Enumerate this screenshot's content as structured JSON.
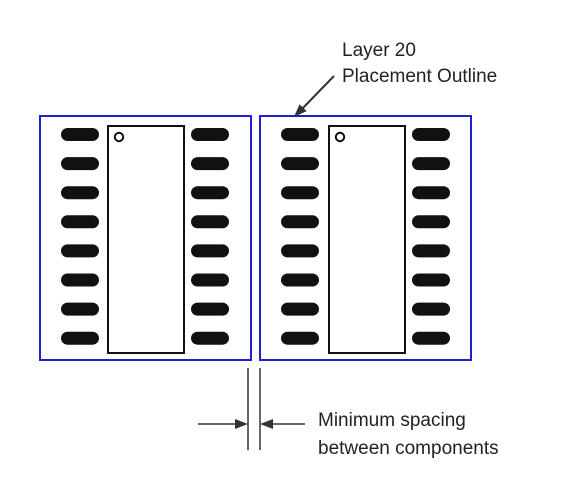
{
  "diagram": {
    "callout": {
      "line1": "Layer 20",
      "line2": "Placement Outline"
    },
    "spacing_note": {
      "line1": "Minimum spacing",
      "line2": "between components"
    },
    "components": [
      {
        "name": "left-component",
        "pins_per_side": 8,
        "pin1_marker": true
      },
      {
        "name": "right-component",
        "pins_per_side": 8,
        "pin1_marker": true
      }
    ],
    "colors": {
      "placement_outline": "#1f1fd6",
      "body_outline": "#111111",
      "pads": "#111111",
      "arrows": "#333333",
      "text": "#222222"
    }
  }
}
